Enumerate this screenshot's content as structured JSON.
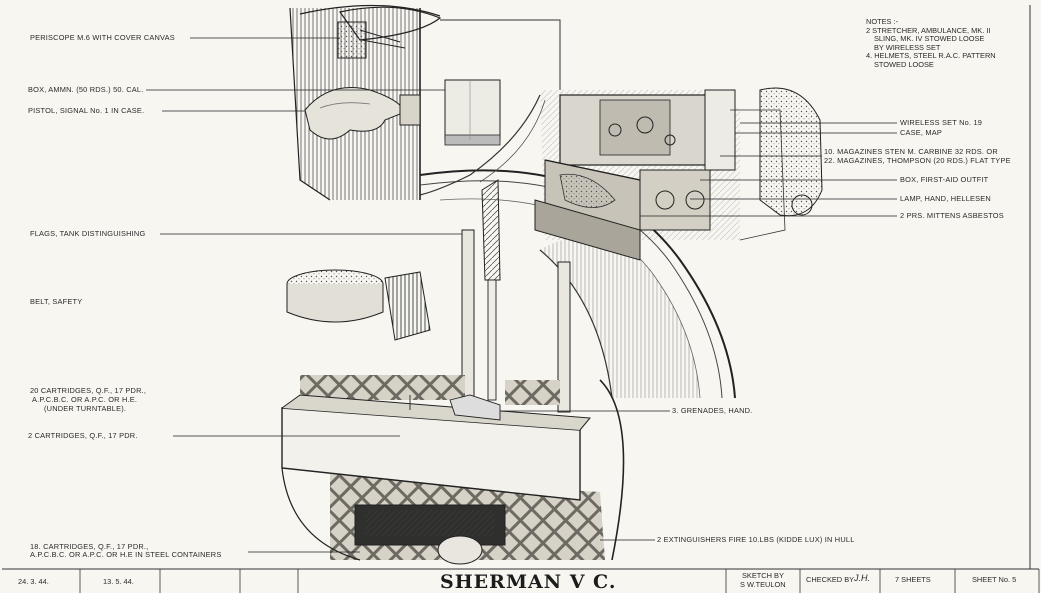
{
  "notes": {
    "heading": "NOTES :-",
    "lines": [
      "2 STRETCHER, AMBULANCE, MK. II",
      "SLING, MK. IV STOWED LOOSE",
      "BY WIRELESS SET",
      "4. HELMETS, STEEL R.A.C. PATTERN",
      "STOWED LOOSE"
    ]
  },
  "labels_left": [
    "PERISCOPE M.6 WITH COVER CANVAS",
    "BOX, AMMN. (50 RDS.) 50. CAL.",
    "PISTOL, SIGNAL No. 1 IN CASE.",
    "FLAGS, TANK DISTINGUISHING",
    "BELT, SAFETY",
    "20 CARTRIDGES, Q.F., 17 PDR.,",
    "A.P.C.B.C. OR A.P.C. OR H.E.",
    "(UNDER TURNTABLE).",
    "2 CARTRIDGES, Q.F., 17 PDR.",
    "18. CARTRIDGES, Q.F., 17 PDR.,",
    "A.P.C.B.C. OR A.P.C. OR H.E IN STEEL CONTAINERS"
  ],
  "labels_right": [
    "WIRELESS SET No. 19",
    "CASE, MAP",
    "10. MAGAZINES STEN M. CARBINE 32 RDS. OR",
    "22. MAGAZINES, THOMPSON (20 RDS.) FLAT TYPE",
    "BOX, FIRST-AID OUTFIT",
    "LAMP, HAND, HELLESEN",
    "2 PRS. MITTENS ASBESTOS",
    "3. GRENADES, HAND.",
    "2 EXTINGUISHERS FIRE 10.LBS (KIDDE LUX) IN HULL"
  ],
  "title_block": {
    "date_1": "24. 3. 44.",
    "date_2": "13. 5. 44.",
    "title": "SHERMAN V C.",
    "sketch_by_label": "SKETCH BY",
    "sketch_by_name": "S W.TEULON",
    "checked_by_label": "CHECKED BY",
    "checked_by_initials": "J.H.",
    "sheets_total": "7 SHEETS",
    "sheet_no": "SHEET No. 5"
  },
  "colors": {
    "ink": "#222222",
    "paper": "#f7f6f1",
    "shade": "#8a8a86"
  }
}
